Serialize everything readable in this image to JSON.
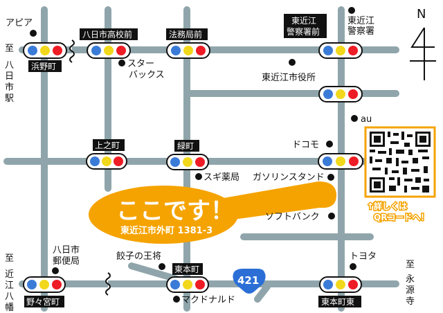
{
  "map": {
    "road_color": "#8fa5ab",
    "highlight_color": "#f5a300",
    "signal_colors": {
      "blue": "#3b7bd8",
      "yellow": "#f2d81c",
      "red": "#ee1c25"
    },
    "route_shield_color": "#2b6fd6"
  },
  "compass": {
    "label": "N"
  },
  "destinations": {
    "west_top": {
      "prefix": "至",
      "chars": [
        "八",
        "日",
        "市",
        "駅"
      ]
    },
    "west_bottom": {
      "prefix": "至",
      "chars": [
        "近",
        "江",
        "八",
        "幡"
      ]
    },
    "east_bottom": {
      "prefix": "至",
      "chars": [
        "永",
        "源",
        "寺"
      ]
    }
  },
  "intersections": [
    {
      "id": "hamano",
      "label": "浜野町"
    },
    {
      "id": "yokaichi-koko",
      "label": "八日市高校前"
    },
    {
      "id": "homukyoku",
      "label": "法務局前"
    },
    {
      "id": "keisatsusho",
      "label_line1": "東近江",
      "label_line2": "警察署前"
    },
    {
      "id": "shiyakusho",
      "label": ""
    },
    {
      "id": "kaminocho",
      "label": "上之町"
    },
    {
      "id": "midorimachi",
      "label": "緑町"
    },
    {
      "id": "gasstation",
      "label": ""
    },
    {
      "id": "nonomiya",
      "label": "野々宮町"
    },
    {
      "id": "higashimoto",
      "label": "東本町"
    },
    {
      "id": "higashimoto-higashi",
      "label": "東本町東"
    }
  ],
  "pois": {
    "apia": "アピア",
    "starbucks_line1": "スター",
    "starbucks_line2": "バックス",
    "police_line1": "東近江",
    "police_line2": "警察署",
    "cityhall": "東近江市役所",
    "au": "au",
    "docomo": "ドコモ",
    "sugi": "スギ薬局",
    "gas": "ガソリンスタンド",
    "softbank": "ソフトバンク",
    "post_line1": "八日市",
    "post_line2": "郵便局",
    "gyoza": "餃子の王将",
    "mcdonalds": "マクドナルド",
    "toyota": "トヨタ"
  },
  "route": {
    "number": "421"
  },
  "here": {
    "title": "ここです！",
    "address": "東近江市外町 1381-3"
  },
  "qr": {
    "caption_line1": "↑詳しくは",
    "caption_line2": "QRコードへ！"
  }
}
